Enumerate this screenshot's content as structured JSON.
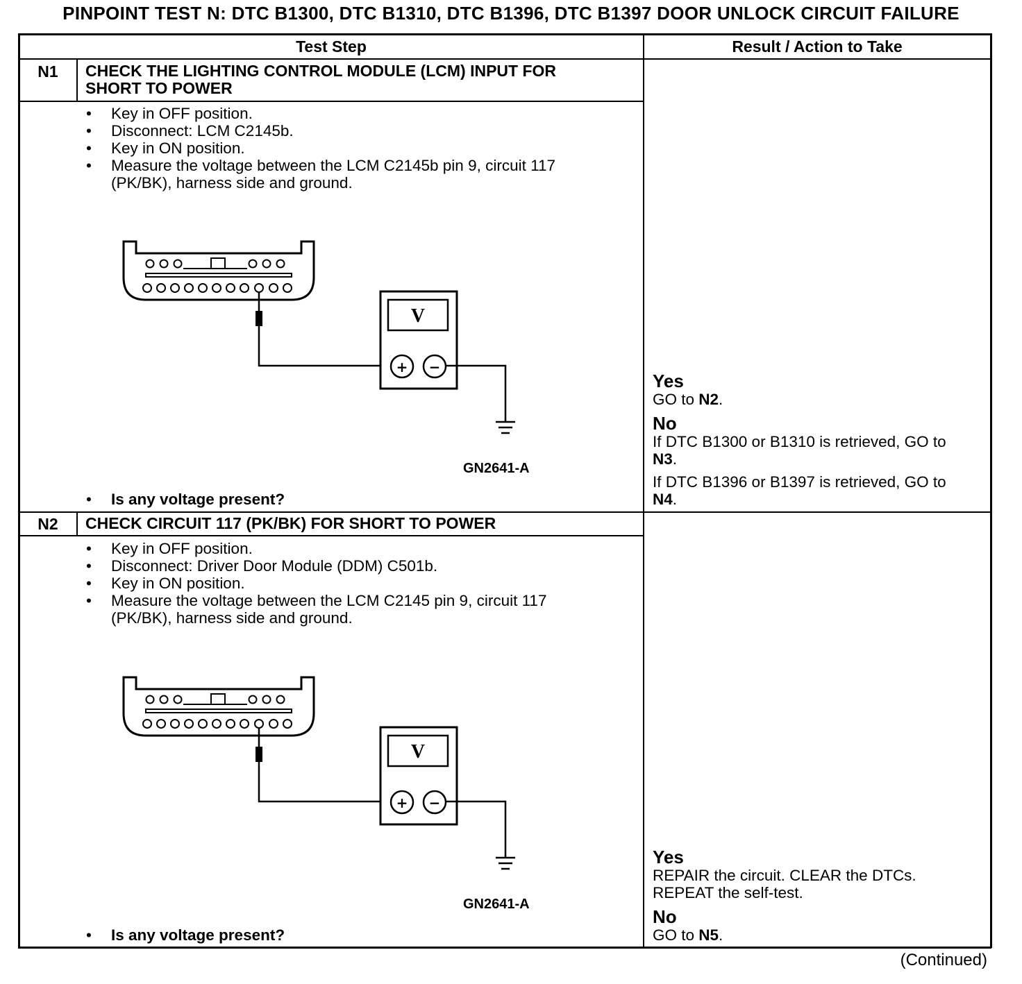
{
  "title": "PINPOINT TEST N: DTC B1300, DTC B1310, DTC B1396, DTC B1397 DOOR UNLOCK CIRCUIT FAILURE",
  "headers": {
    "test_step": "Test Step",
    "result": "Result / Action to Take"
  },
  "steps": [
    {
      "id": "N1",
      "title_line1": "CHECK THE LIGHTING CONTROL MODULE (LCM) INPUT FOR",
      "title_line2": "SHORT TO POWER",
      "bullets": [
        "Key in OFF position.",
        "Disconnect: LCM C2145b.",
        "Key in ON position.",
        "Measure the voltage between the LCM C2145b pin 9, circuit 117",
        "(PK/BK), harness side and ground."
      ],
      "figure": {
        "meter_label": "V",
        "plus": "+",
        "minus": "−",
        "caption": "GN2641-A"
      },
      "question": "Is any voltage present?",
      "result": {
        "yes_label": "Yes",
        "yes_text": "GO to ",
        "yes_ref": "N2",
        "no_label": "No",
        "no_text1": "If DTC B1300 or B1310 is retrieved, GO to",
        "no_ref1": "N3",
        "no_text2": "If DTC B1396 or B1397 is retrieved, GO to",
        "no_ref2": "N4"
      }
    },
    {
      "id": "N2",
      "title_line1": "CHECK CIRCUIT 117 (PK/BK) FOR SHORT TO POWER",
      "bullets": [
        "Key in OFF position.",
        "Disconnect: Driver Door Module (DDM) C501b.",
        "Key in ON position.",
        "Measure the voltage between the LCM C2145 pin 9, circuit 117",
        "(PK/BK), harness side and ground."
      ],
      "figure": {
        "meter_label": "V",
        "plus": "+",
        "minus": "−",
        "caption": "GN2641-A"
      },
      "question": "Is any voltage present?",
      "result": {
        "yes_label": "Yes",
        "yes_text1": "REPAIR the circuit. CLEAR the DTCs.",
        "yes_text2": "REPEAT the self-test.",
        "no_label": "No",
        "no_text": "GO to ",
        "no_ref": "N5"
      }
    }
  ],
  "continued": "(Continued)"
}
